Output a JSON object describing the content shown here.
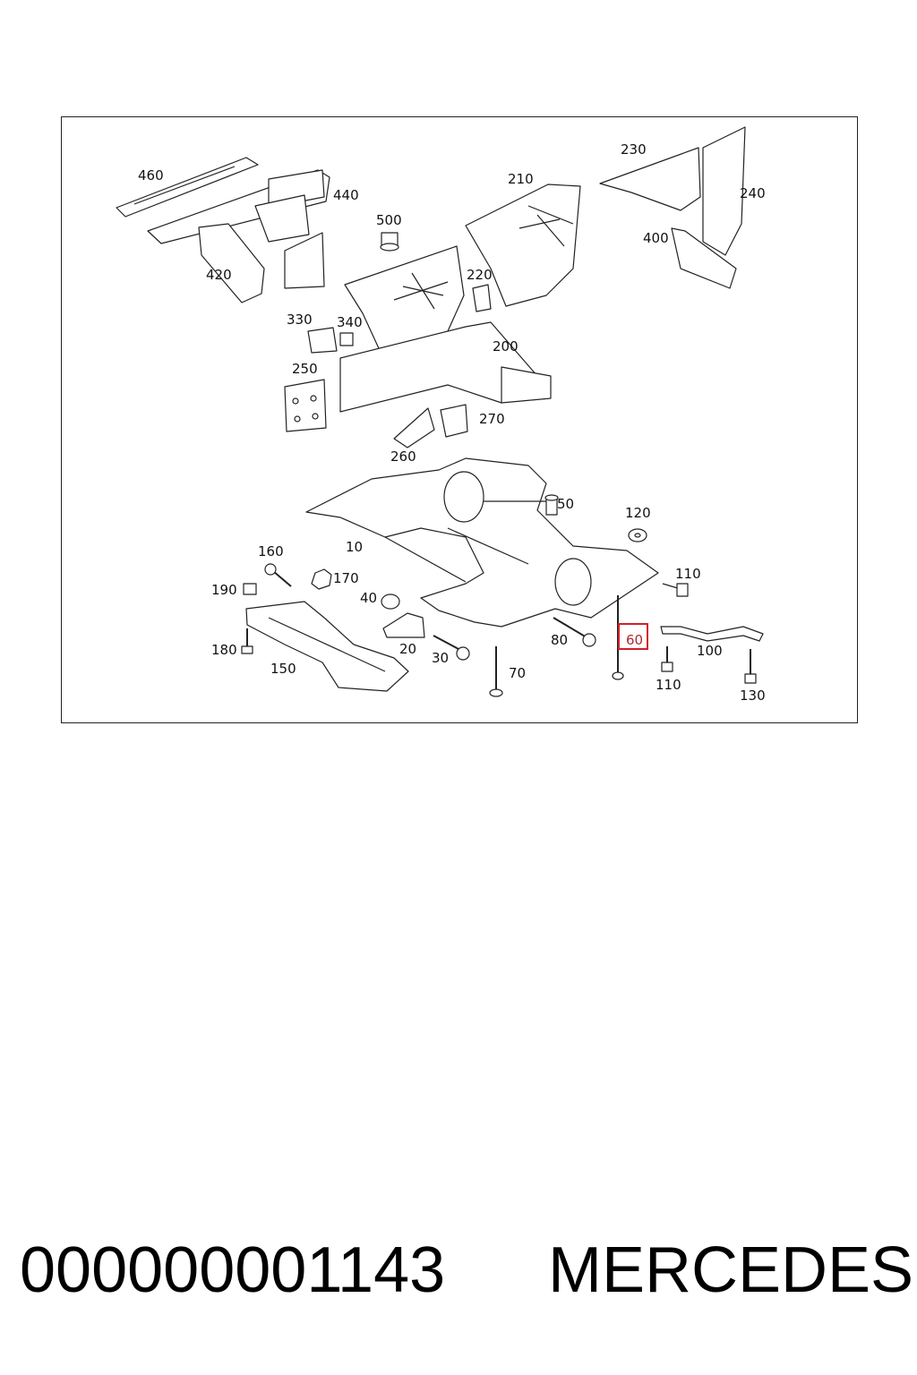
{
  "diagram": {
    "callouts": [
      {
        "id": "460",
        "label": "460"
      },
      {
        "id": "440",
        "label": "440"
      },
      {
        "id": "420",
        "label": "420"
      },
      {
        "id": "500",
        "label": "500"
      },
      {
        "id": "210",
        "label": "210"
      },
      {
        "id": "230",
        "label": "230"
      },
      {
        "id": "240",
        "label": "240"
      },
      {
        "id": "400",
        "label": "400"
      },
      {
        "id": "220",
        "label": "220"
      },
      {
        "id": "330",
        "label": "330"
      },
      {
        "id": "340",
        "label": "340"
      },
      {
        "id": "200",
        "label": "200"
      },
      {
        "id": "250",
        "label": "250"
      },
      {
        "id": "270",
        "label": "270"
      },
      {
        "id": "260",
        "label": "260"
      },
      {
        "id": "50",
        "label": "50"
      },
      {
        "id": "120",
        "label": "120"
      },
      {
        "id": "10",
        "label": "10"
      },
      {
        "id": "160",
        "label": "160"
      },
      {
        "id": "110a",
        "label": "110"
      },
      {
        "id": "170",
        "label": "170"
      },
      {
        "id": "190",
        "label": "190"
      },
      {
        "id": "40",
        "label": "40"
      },
      {
        "id": "20",
        "label": "20"
      },
      {
        "id": "30",
        "label": "30"
      },
      {
        "id": "80",
        "label": "80"
      },
      {
        "id": "60",
        "label": "60",
        "highlighted": true
      },
      {
        "id": "100",
        "label": "100"
      },
      {
        "id": "180",
        "label": "180"
      },
      {
        "id": "150",
        "label": "150"
      },
      {
        "id": "70",
        "label": "70"
      },
      {
        "id": "110b",
        "label": "110"
      },
      {
        "id": "130",
        "label": "130"
      }
    ],
    "highlight_color": "#d0202a"
  },
  "footer": {
    "part_number": "000000001143",
    "brand": "MERCEDES"
  }
}
